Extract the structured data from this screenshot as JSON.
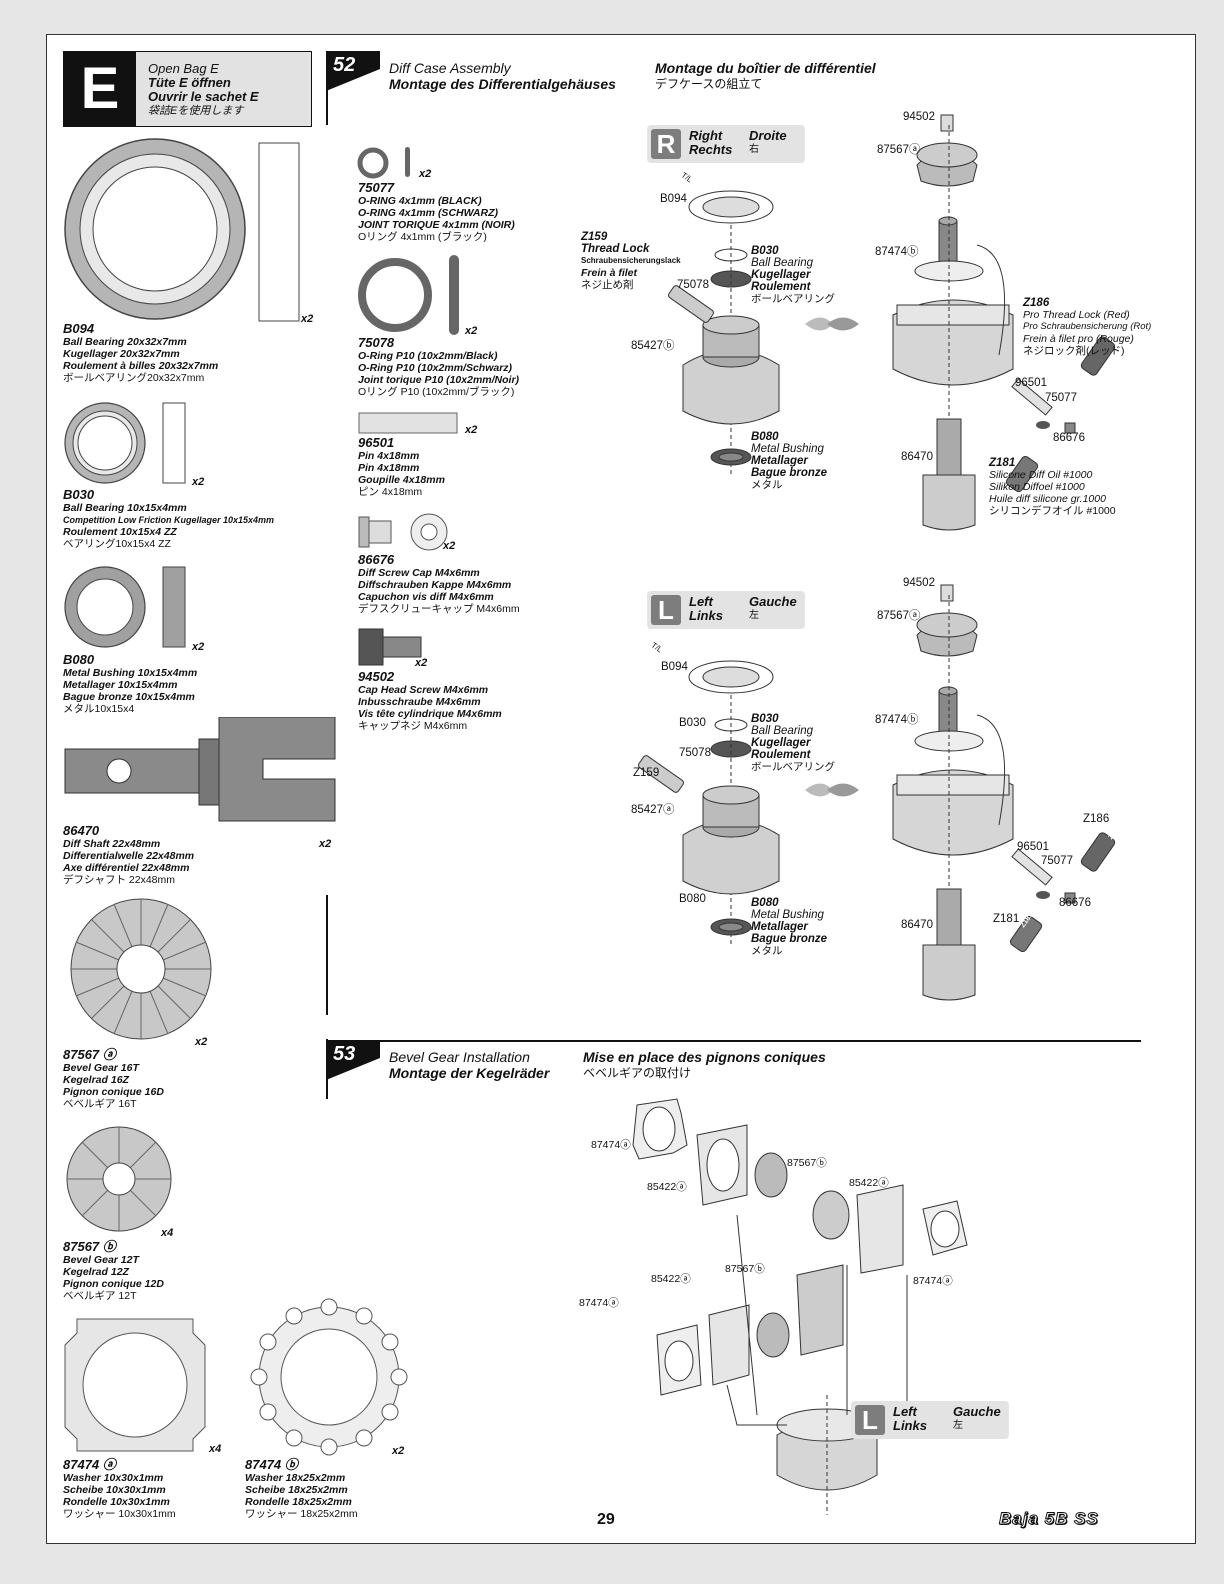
{
  "bag": {
    "letter": "E",
    "lines": [
      "Open Bag E",
      "Tüte E öffnen",
      "Ouvrir le sachet E",
      "袋詰Eを使用します"
    ]
  },
  "parts_left": [
    {
      "code": "B094",
      "qty": "x2",
      "lines": [
        "Ball Bearing 20x32x7mm",
        "Kugellager 20x32x7mm",
        "Roulement à billes 20x32x7mm",
        "ボールベアリング20x32x7mm"
      ]
    },
    {
      "code": "B030",
      "qty": "x2",
      "lines": [
        "Ball Bearing 10x15x4mm",
        "Competition Low Friction Kugellager 10x15x4mm",
        "Roulement 10x15x4 ZZ",
        "ベアリング10x15x4 ZZ"
      ]
    },
    {
      "code": "B080",
      "qty": "x2",
      "lines": [
        "Metal Bushing 10x15x4mm",
        "Metallager 10x15x4mm",
        "Bague bronze 10x15x4mm",
        "メタル10x15x4"
      ]
    },
    {
      "code": "86470",
      "qty": "x2",
      "lines": [
        "Diff Shaft 22x48mm",
        "Differentialwelle 22x48mm",
        "Axe différentiel 22x48mm",
        "デフシャフト 22x48mm"
      ]
    },
    {
      "code": "87567 ⓐ",
      "qty": "x2",
      "lines": [
        "Bevel Gear 16T",
        "Kegelrad 16Z",
        "Pignon conique 16D",
        "ベベルギア 16T"
      ]
    },
    {
      "code": "87567 ⓑ",
      "qty": "x4",
      "lines": [
        "Bevel Gear 12T",
        "Kegelrad 12Z",
        "Pignon conique 12D",
        "ベベルギア 12T"
      ]
    },
    {
      "code": "87474 ⓐ",
      "qty": "x4",
      "lines": [
        "Washer 10x30x1mm",
        "Scheibe 10x30x1mm",
        "Rondelle 10x30x1mm",
        "ワッシャー 10x30x1mm"
      ]
    },
    {
      "code": "87474 ⓑ",
      "qty": "x2",
      "lines": [
        "Washer 18x25x2mm",
        "Scheibe 18x25x2mm",
        "Rondelle 18x25x2mm",
        "ワッシャー 18x25x2mm"
      ]
    }
  ],
  "parts_mid": [
    {
      "code": "75077",
      "qty": "x2",
      "lines": [
        "O-RING 4x1mm (BLACK)",
        "O-RING 4x1mm (SCHWARZ)",
        "JOINT TORIQUE 4x1mm (NOIR)",
        "Oリング 4x1mm (ブラック)"
      ]
    },
    {
      "code": "75078",
      "qty": "x2",
      "lines": [
        "O-Ring P10 (10x2mm/Black)",
        "O-Ring P10 (10x2mm/Schwarz)",
        "Joint torique P10 (10x2mm/Noir)",
        "Oリング P10 (10x2mm/ブラック)"
      ]
    },
    {
      "code": "96501",
      "qty": "x2",
      "lines": [
        "Pin 4x18mm",
        "Pin 4x18mm",
        "Goupille 4x18mm",
        "ピン 4x18mm"
      ]
    },
    {
      "code": "86676",
      "qty": "x2",
      "lines": [
        "Diff Screw Cap M4x6mm",
        "Diffschrauben Kappe M4x6mm",
        "Capuchon vis diff M4x6mm",
        "デフスクリューキャップ M4x6mm"
      ]
    },
    {
      "code": "94502",
      "qty": "x2",
      "lines": [
        "Cap Head Screw M4x6mm",
        "Inbusschraube M4x6mm",
        "Vis tête cylindrique M4x6mm",
        "キャップネジ M4x6mm"
      ]
    }
  ],
  "step52": {
    "number": "52",
    "title_en": "Diff Case Assembly",
    "title_de": "Montage des Differentialgehäuses",
    "title_fr": "Montage du boîtier de différentiel",
    "title_jp": "デフケースの組立て"
  },
  "step53": {
    "number": "53",
    "title_en": "Bevel Gear Installation",
    "title_de": "Montage der Kegelräder",
    "title_fr": "Mise en place des pignons coniques",
    "title_jp": "ベベルギアの取付け"
  },
  "tags": {
    "right": {
      "letter": "R",
      "en": "Right",
      "de": "Rechts",
      "fr": "Droite",
      "jp": "右"
    },
    "left": {
      "letter": "L",
      "en": "Left",
      "de": "Links",
      "fr": "Gauche",
      "jp": "左"
    }
  },
  "callouts": {
    "z159": [
      "Z159",
      "Thread Lock",
      "Schraubensicherungslack",
      "Frein à filet",
      "ネジ止め剤"
    ],
    "b030": [
      "B030",
      "Ball Bearing",
      "Kugellager",
      "Roulement",
      "ボールベアリング"
    ],
    "b080": [
      "B080",
      "Metal Bushing",
      "Metallager",
      "Bague bronze",
      "メタル"
    ],
    "z186": [
      "Z186",
      "Pro Thread Lock (Red)",
      "Pro Schraubensicherung (Rot)",
      "Frein à filet pro (Rouge)",
      "ネジロック剤(レッド)"
    ],
    "z181": [
      "Z181",
      "Silicone Diff Oil #1000",
      "Silikon Diffoel #1000",
      "Huile diff silicone gr.1000",
      "シリコンデフオイル #1000"
    ]
  },
  "labels": {
    "b094": "B094",
    "n75078": "75078",
    "n85427a": "85427ⓑ",
    "n94502": "94502",
    "n87567a": "87567ⓐ",
    "n87474b": "87474ⓑ",
    "n96501": "96501",
    "n75077": "75077",
    "n86676": "86676",
    "n86470": "86470",
    "b030": "B030",
    "z159": "Z159",
    "n85427b": "85427ⓐ",
    "b080": "B080",
    "z186": "Z186",
    "z181": "Z181",
    "s53_87474a1": "87474ⓐ",
    "s53_85422a": "85422ⓐ",
    "s53_87567b1": "87567ⓑ",
    "s53_85422b": "85422ⓐ",
    "s53_87474a2": "87474ⓐ",
    "s53_85422c": "85422ⓐ",
    "s53_87567b2": "87567ⓑ",
    "s53_87474a3": "87474ⓐ",
    "tube_tl": "T/L",
    "bottle_z186": "Z186",
    "bottle_z181": "Z181"
  },
  "footer": {
    "page": "29",
    "logo": "Baja 5B SS"
  }
}
